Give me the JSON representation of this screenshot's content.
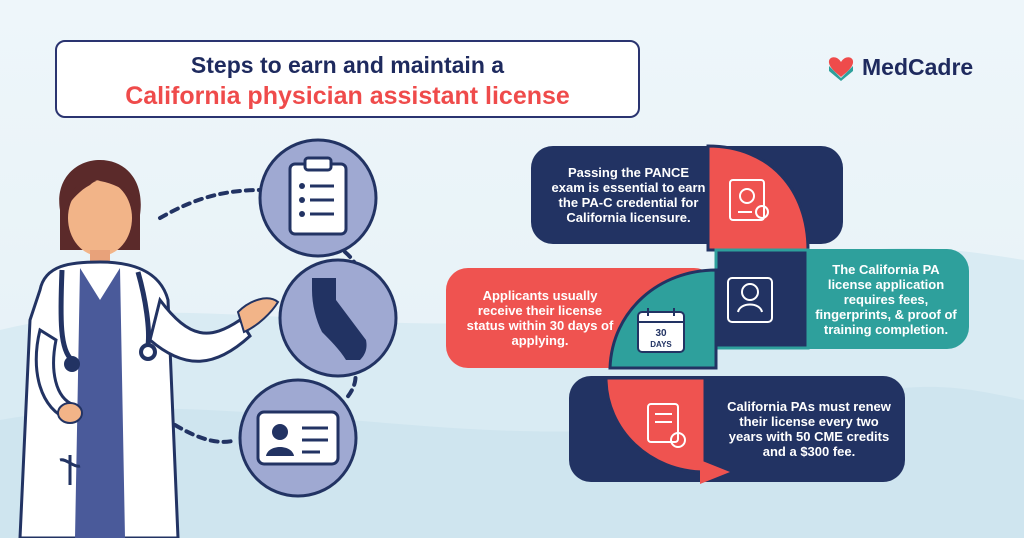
{
  "header": {
    "title_line1": "Steps to earn and maintain a",
    "title_line2": "California physician assistant license"
  },
  "brand": {
    "name": "MedCadre",
    "accent": "#ef4b4b",
    "primary": "#1e2a5e",
    "teal": "#2ea09c"
  },
  "steps": [
    {
      "text": "Passing the PANCE exam is essential to earn the PA-C credential for California licensure.",
      "icon": "certificate-icon",
      "color": "#223363"
    },
    {
      "text": "The California PA license application requires fees, fingerprints, & proof of training completion.",
      "icon": "id-badge-icon",
      "color": "#2ea09c"
    },
    {
      "text": "Applicants usually receive their license status within 30 days of applying.",
      "icon": "calendar-icon",
      "color": "#ef5350"
    },
    {
      "text": "California PAs must renew their license every two years with 50 CME credits and a $300 fee.",
      "icon": "renewal-document-icon",
      "color": "#223363"
    }
  ],
  "calendar_text": {
    "number": "30",
    "unit": "DAYS"
  },
  "illustration": {
    "circles": [
      "clipboard-icon",
      "california-map-icon",
      "id-card-icon"
    ]
  }
}
